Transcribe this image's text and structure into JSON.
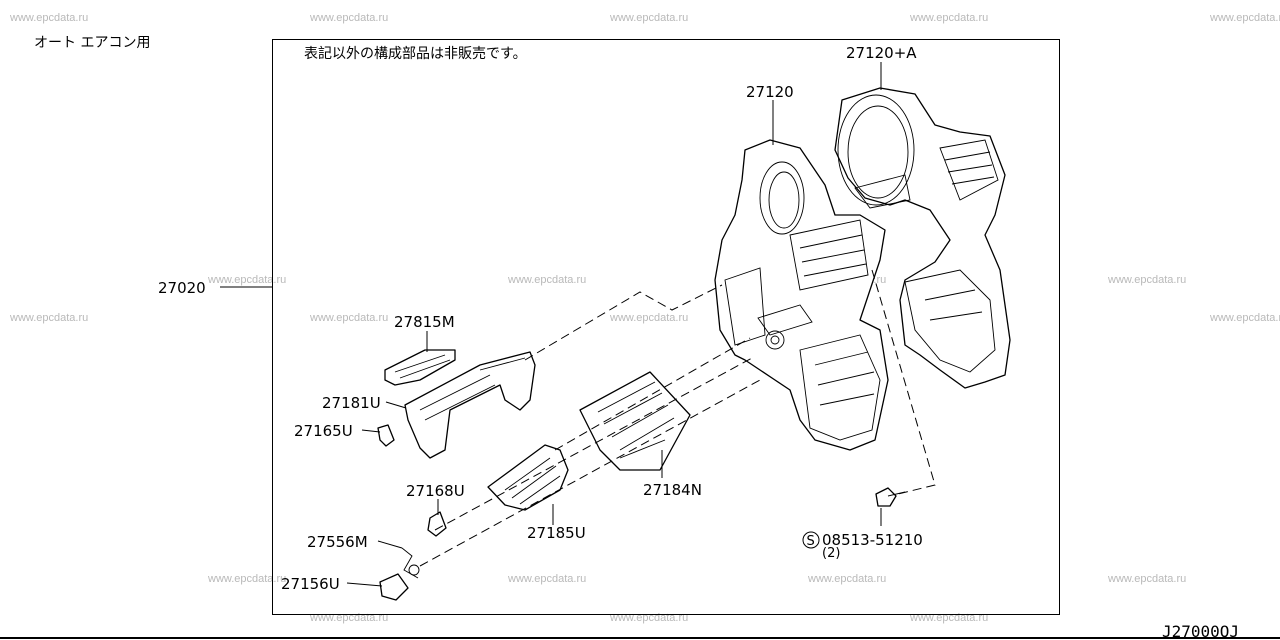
{
  "watermark": "www.epcdata.ru",
  "header": {
    "variant": "オート エアコン用",
    "note": "表記以外の構成部品は非販売です。"
  },
  "diagram_code": "J27000QJ",
  "parts": [
    {
      "id": "27120+A"
    },
    {
      "id": "27120"
    },
    {
      "id": "27020"
    },
    {
      "id": "27815M"
    },
    {
      "id": "27181U"
    },
    {
      "id": "27165U"
    },
    {
      "id": "27168U"
    },
    {
      "id": "27185U"
    },
    {
      "id": "27184N"
    },
    {
      "id": "27556M"
    },
    {
      "id": "27156U"
    },
    {
      "id": "08513-51210",
      "symbol": "S",
      "qty": "(2)"
    }
  ]
}
